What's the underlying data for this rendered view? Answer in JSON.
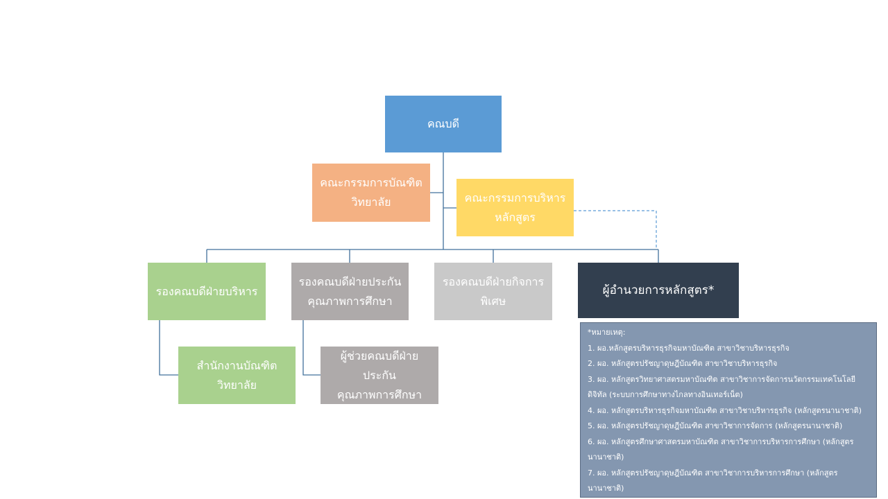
{
  "org_chart": {
    "dean": "คณบดี",
    "graduate_committee": "คณะกรรมการบัณฑิต\nวิทยาลัย",
    "curriculum_committee": "คณะกรรมการบริหาร\nหลักสูตร",
    "vp_admin": "รองคณบดีฝ่ายบริหาร",
    "vp_quality": "รองคณบดีฝ่ายประกัน\nคุณภาพการศึกษา",
    "vp_special": "รองคณบดีฝ่ายกิจการ\nพิเศษ",
    "program_directors": "ผู้อำนวยการหลักสูตร*",
    "graduate_office": "สำนักงานบัณฑิต\nวิทยาลัย",
    "assistant_quality": "ผู้ช่วยคณบดีฝ่ายประกัน\nคุณภาพการศึกษา"
  },
  "note": {
    "heading": "*หมายเหตุ:",
    "items": [
      "1. ผอ.หลักสูตรบริหารธุรกิจมหาบัณฑิต สาขาวิชาบริหารธุรกิจ",
      "2. ผอ. หลักสูตรปรัชญาดุษฎีบัณฑิต สาขาวิชาบริหารธุรกิจ",
      "3. ผอ. หลักสูตรวิทยาศาสตรมหาบัณฑิต สาขาวิชาการจัดการนวัตกรรมเทคโนโลยีดิจิทัล (ระบบการศึกษาทางไกลทางอินเทอร์เน็ต)",
      "4. ผอ. หลักสูตรบริหารธุรกิจมหาบัณฑิต สาขาวิชาบริหารธุรกิจ (หลักสูตรนานาชาติ)",
      "5. ผอ. หลักสูตรปรัชญาดุษฎีบัณฑิต สาขาวิชาการจัดการ (หลักสูตรนานาชาติ)",
      "6. ผอ. หลักสูตรศึกษาศาสตรมหาบัณฑิต สาขาวิชาการบริหารการศึกษา (หลักสูตรนานาชาติ)",
      "7. ผอ. หลักสูตรปรัชญาดุษฎีบัณฑิต สาขาวิชาการบริหารการศึกษา (หลักสูตรนานาชาติ)"
    ]
  },
  "colors": {
    "dean": "#5b9bd5",
    "committee_graduate": "#f4b183",
    "committee_curriculum": "#ffd966",
    "admin_green": "#a9d18e",
    "quality_gray": "#aeaaaa",
    "special_gray": "#c9c9c9",
    "director_navy": "#323f4f",
    "note_bg": "#8497b0",
    "connector": "#41719c"
  }
}
